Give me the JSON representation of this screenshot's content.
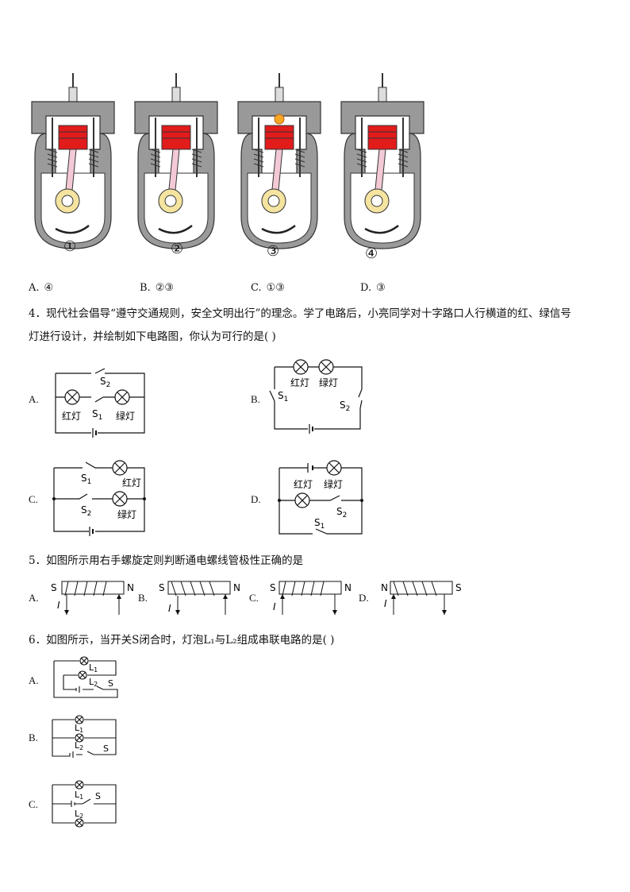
{
  "engines": {
    "labels": [
      "①",
      "②",
      "③",
      "④"
    ]
  },
  "q3_options": [
    {
      "letter": "A.",
      "text": "④"
    },
    {
      "letter": "B.",
      "text": "②③"
    },
    {
      "letter": "C.",
      "text": "①③"
    },
    {
      "letter": "D.",
      "text": "③"
    }
  ],
  "q4": {
    "stem_line1": "4．现代社会倡导“遵守交通规则，安全文明出行”的理念。学了电路后，小亮同学对十字路口人行横道的红、绿信号",
    "stem_line2": "灯进行设计，并绘制如下电路图，你认为可行的是(      )",
    "options": [
      "A.",
      "B.",
      "C.",
      "D."
    ],
    "labels": {
      "s1": "S",
      "s2": "S",
      "sub1": "1",
      "sub2": "2",
      "red": "红灯",
      "green": "绿灯"
    }
  },
  "q5": {
    "stem": "5．如图所示用右手螺旋定则判断通电螺线管极性正确的是",
    "options": [
      "A.",
      "B.",
      "C.",
      "D."
    ],
    "poles": [
      {
        "left": "S",
        "right": "N"
      },
      {
        "left": "S",
        "right": "N"
      },
      {
        "left": "S",
        "right": "N"
      },
      {
        "left": "N",
        "right": "S"
      }
    ],
    "current_label": "I"
  },
  "q6": {
    "stem": "6．如图所示，当开关S闭合时，灯泡L₁与L₂组成串联电路的是(      )",
    "options": [
      "A.",
      "B.",
      "C."
    ],
    "labels": {
      "l1": "L",
      "l2": "L",
      "sub1": "1",
      "sub2": "2",
      "s": "S"
    }
  }
}
